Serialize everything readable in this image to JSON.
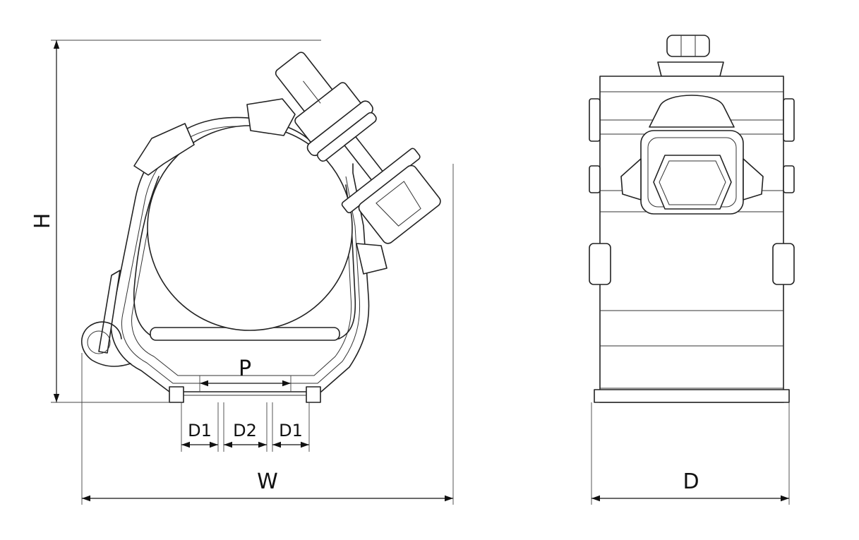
{
  "labels": {
    "height": "H",
    "width": "W",
    "depth": "D",
    "pitch": "P",
    "d1_left": "D1",
    "d2": "D2",
    "d1_right": "D1"
  },
  "colors": {
    "line": "#222222",
    "background": "#ffffff"
  }
}
